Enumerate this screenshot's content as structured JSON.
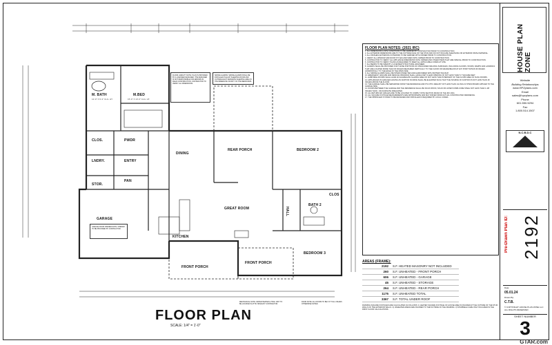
{
  "rooms": [
    {
      "key": "m_bath",
      "name": "M. BATH",
      "sub": "12'-0\" X 9'-4\" CLG. HT."
    },
    {
      "key": "m_bed",
      "name": "M.BED",
      "sub": "15'-0\" X 13'-0\" CLG. HT."
    },
    {
      "key": "clos",
      "name": "CLOS.",
      "sub": ""
    },
    {
      "key": "pwdr",
      "name": "PWDR",
      "sub": ""
    },
    {
      "key": "lndry",
      "name": "LNDRY.",
      "sub": ""
    },
    {
      "key": "entry",
      "name": "ENTRY",
      "sub": ""
    },
    {
      "key": "dining",
      "name": "DINING",
      "sub": ""
    },
    {
      "key": "rear_porch",
      "name": "REAR PORCH",
      "sub": ""
    },
    {
      "key": "bedroom2",
      "name": "BEDROOM 2",
      "sub": ""
    },
    {
      "key": "pan",
      "name": "PAN",
      "sub": ""
    },
    {
      "key": "stor",
      "name": "STOR.",
      "sub": ""
    },
    {
      "key": "bath2",
      "name": "BATH 2",
      "sub": ""
    },
    {
      "key": "garage",
      "name": "GARAGE",
      "sub": ""
    },
    {
      "key": "great_room",
      "name": "GREAT ROOM",
      "sub": ""
    },
    {
      "key": "kitchen",
      "name": "KITCHEN",
      "sub": ""
    },
    {
      "key": "front_porch_l",
      "name": "FRONT PORCH",
      "sub": ""
    },
    {
      "key": "front_porch_r",
      "name": "FRONT PORCH",
      "sub": ""
    },
    {
      "key": "bedroom3",
      "name": "BEDROOM 3",
      "sub": ""
    },
    {
      "key": "hall",
      "name": "HALL",
      "sub": ""
    },
    {
      "key": "clos2",
      "name": "CLOS",
      "sub": ""
    }
  ],
  "floor_plan": {
    "title": "FLOOR PLAN",
    "scale": "SCALE: 1/4\" = 1'-0\""
  },
  "notes": {
    "title": "FLOOR PLAN NOTES: (2021 IRC)",
    "items": [
      "1. ALL DIMENSIONS & SITE CONDITIONS TO BE VERIFIED BY CONTRACTOR PRIOR TO CONSTRUCTION.",
      "2. ALL EXTERIOR DIMENSIONS ARE TO THE OUTSIDE FACE OF THE STUD AND DO NOT INCLUDE SHEATHING OR EXTERIOR FINISH MATERIAL.",
      "3. ALL FINISHES (EXTERIOR & INTERIOR) TO BE VERIFIED WITH OWNER PRIOR TO CONSTRUCTION.",
      "4. VERIFY ALL WINDOW AND DOOR STYLES AND SIZES WITH OWNER PRIOR TO CONSTRUCTION.",
      "5. CONTRACTOR TO VERIFY ALL APPLIANCE DIMENSIONS WITH OWNER AND OTHER ITEMS THAT ARE SPECIAL PRIOR TO CONSTRUCTION.",
      "6. CONTRACTOR TO VERIFY PLANS AS REQUIRED TO MEET ALL APPLICABLE CODES AT SITE.",
      "7. ALL BEAMS TO BE SIZED BY A LICENSED STRUCTURAL ENGINEER.",
      "8. GUARDS SHALL BE PROVIDED FOR THOSE PORTIONS OF OPEN-SIDED WALKING SURFACES, INCLUDING FLOORS, STAIRS, RAMPS AND LANDINGS THAT ARE LOCATED MORE THAN 30 INCHES MEASURED VERTICALLY TO THE FLOOR OR GRADE BELOW AT ANY POINT WITHIN 36 INCHES HORIZONTALLY TO THE EDGE OF THE OPEN SIDE.",
      "9. ALL SMOKE ALARMS SHALL BE INTERCONNECTED AND HARD WIRED WITH BATTERY BACKUP.",
      "10. EMERGENCY ESCAPE AND RESCUE OPENINGS SHALL HAVE A NET CLEAR OPENING OF NOT LESS THAN 5.7 SQUARE FEET.",
      "11. HABITABLE ROOMS SHALL HAVE AN AGGREGATE GLAZING AREA OF NOT LESS THAN 8 PERCENT OF THE FLOOR AREA OF SUCH ROOMS.",
      "12. APPLIANCES IN GARAGES HAVING AN IGNITION SOURCE SHALL BE ELEVATED SUCH THAT THE SOURCE OF IGNITION IS NOT LESS THAN 18 INCHES ABOVE THE FLOOR.",
      "13. THE GARAGE SHALL BE SEPARATED FROM THE RESIDENCE AND ITS ATTIC AREA BY NOT LESS THAN 1/2-INCH GYPSUM BOARD APPLIED TO THE GARAGE SIDE.",
      "14. DOORS BETWEEN THE GARAGE AND THE RESIDENCE SHALL BE SOLID WOOD, SOLID OR HONEYCOMB-CORE STEEL NOT LESS THAN 1-3/8 INCHES THICK, OR 20-MINUTE FIRE-RATED.",
      "15. ALL RETURN AIR GRILLES ARE TO BE LOCATED TO COMPLY WITH SECTION M1602 OF THE IRC 2021.",
      "16. ALL SQUARE FOOTAGE MEASUREMENTS ARE APPROXIMATE AND MAY DIFFER FROM ACTUAL CONSTRUCTED RESIDENCE.",
      "17. THE SPRINKLER SYSTEM TO BE DESIGNED AND INSTALLED IF REQUIRED BY LOCAL CODES."
    ]
  },
  "areas": {
    "title": "AREAS (FRAME):",
    "rows": [
      {
        "value": "2192",
        "label": "S.F. HEATED MASONRY NOT INCLUDED"
      },
      {
        "value": "260",
        "label": "S.F. UNHEATED - FRONT PORCH"
      },
      {
        "value": "606",
        "label": "S.F. UNHEATED - GARAGE"
      },
      {
        "value": "45",
        "label": "S.F. UNHEATED - STORAGE"
      },
      {
        "value": "264",
        "label": "S.F. UNHEATED - REAR PORCH"
      },
      {
        "value": "1175",
        "label": "S.F. UNHEATED TOTAL"
      },
      {
        "value": "3367",
        "label": "S.F. TOTAL UNDER ROOF"
      }
    ],
    "footnote": "FRAMING SQUARE FOOTAGES ARE CALCULATED AS FOLLOWS: 1) HEATED SQUARE FOOTAGE OF HOUSE AREA IS FIGURED AT THE OUTSIDE OF THE STUD WALLS OF THE EXTERIOR WALLS. 2) UNHEATED AREAS ARE FIGURED TO THE OUTSIDE OF THE FRAMING. 3) STAIRWELLS ARE ONLY INCLUDED IN THE FIRST FLOOR CALCULATIONS."
  },
  "small_notes": {
    "mech": "MECHANICAL NOTE: WATER HEATER & HVAC UNIT TO BE LOCATED IN ATTIC SPACE BY CONTRACTOR.",
    "door": "DOOR NOTE: ALL DOORS TO BE 6'-8\" TALL UNLESS OTHERWISE NOTED.",
    "upper_left": "FLOOR LIABILITY NOTE: PLAN IS PROVIDED BY A LICENSED DESIGNER. THE DESIGNER IS NOT RESPONSIBLE FOR ERRORS IN FIELD CONSTRUCTION. CONTRACTOR TO VERIFY ALL DIMENSIONS.",
    "smoke": "SMOKE ALARMS: SMOKE ALARMS SHALL BE INSTALLED IN EACH SLEEPING ROOM AND OUTSIDE EACH SEPARATE SLEEPING AREA IN THE IMMEDIATE VICINITY OF THE BEDROOMS.",
    "garage_note": "GARAGE DOOR OPENER NOTE: OPENER TO BE PROVIDED BY CONTRACTOR."
  },
  "title_block": {
    "website_label": "Website",
    "logo_text": "HOUSE PLAN ZONE",
    "tagline": "Building Relationships",
    "website": "www.HPZplans.com",
    "email_label": "Email",
    "email": "sales@hpzplans.com",
    "phone_label": "Phone",
    "phone": "601.550.5294",
    "fax_label": "Fax",
    "fax": "1.800.514.1507",
    "ncbdc": "N.C.B.D.C",
    "plan_id_label": "Pre-Drawn Plan ID:",
    "plan_id": "2192",
    "date_label": "Date:",
    "date": "05.01.24",
    "drawn_label": "Drawn By:",
    "drawn": "C.T.B.",
    "copyright": "© COPYRIGHT HOUSE PLAN ZONE LLC ALL RIGHTS RESERVED",
    "sheet_label": "SHEET NUMBER",
    "sheet": "3"
  },
  "watermark": "GTAR.com"
}
